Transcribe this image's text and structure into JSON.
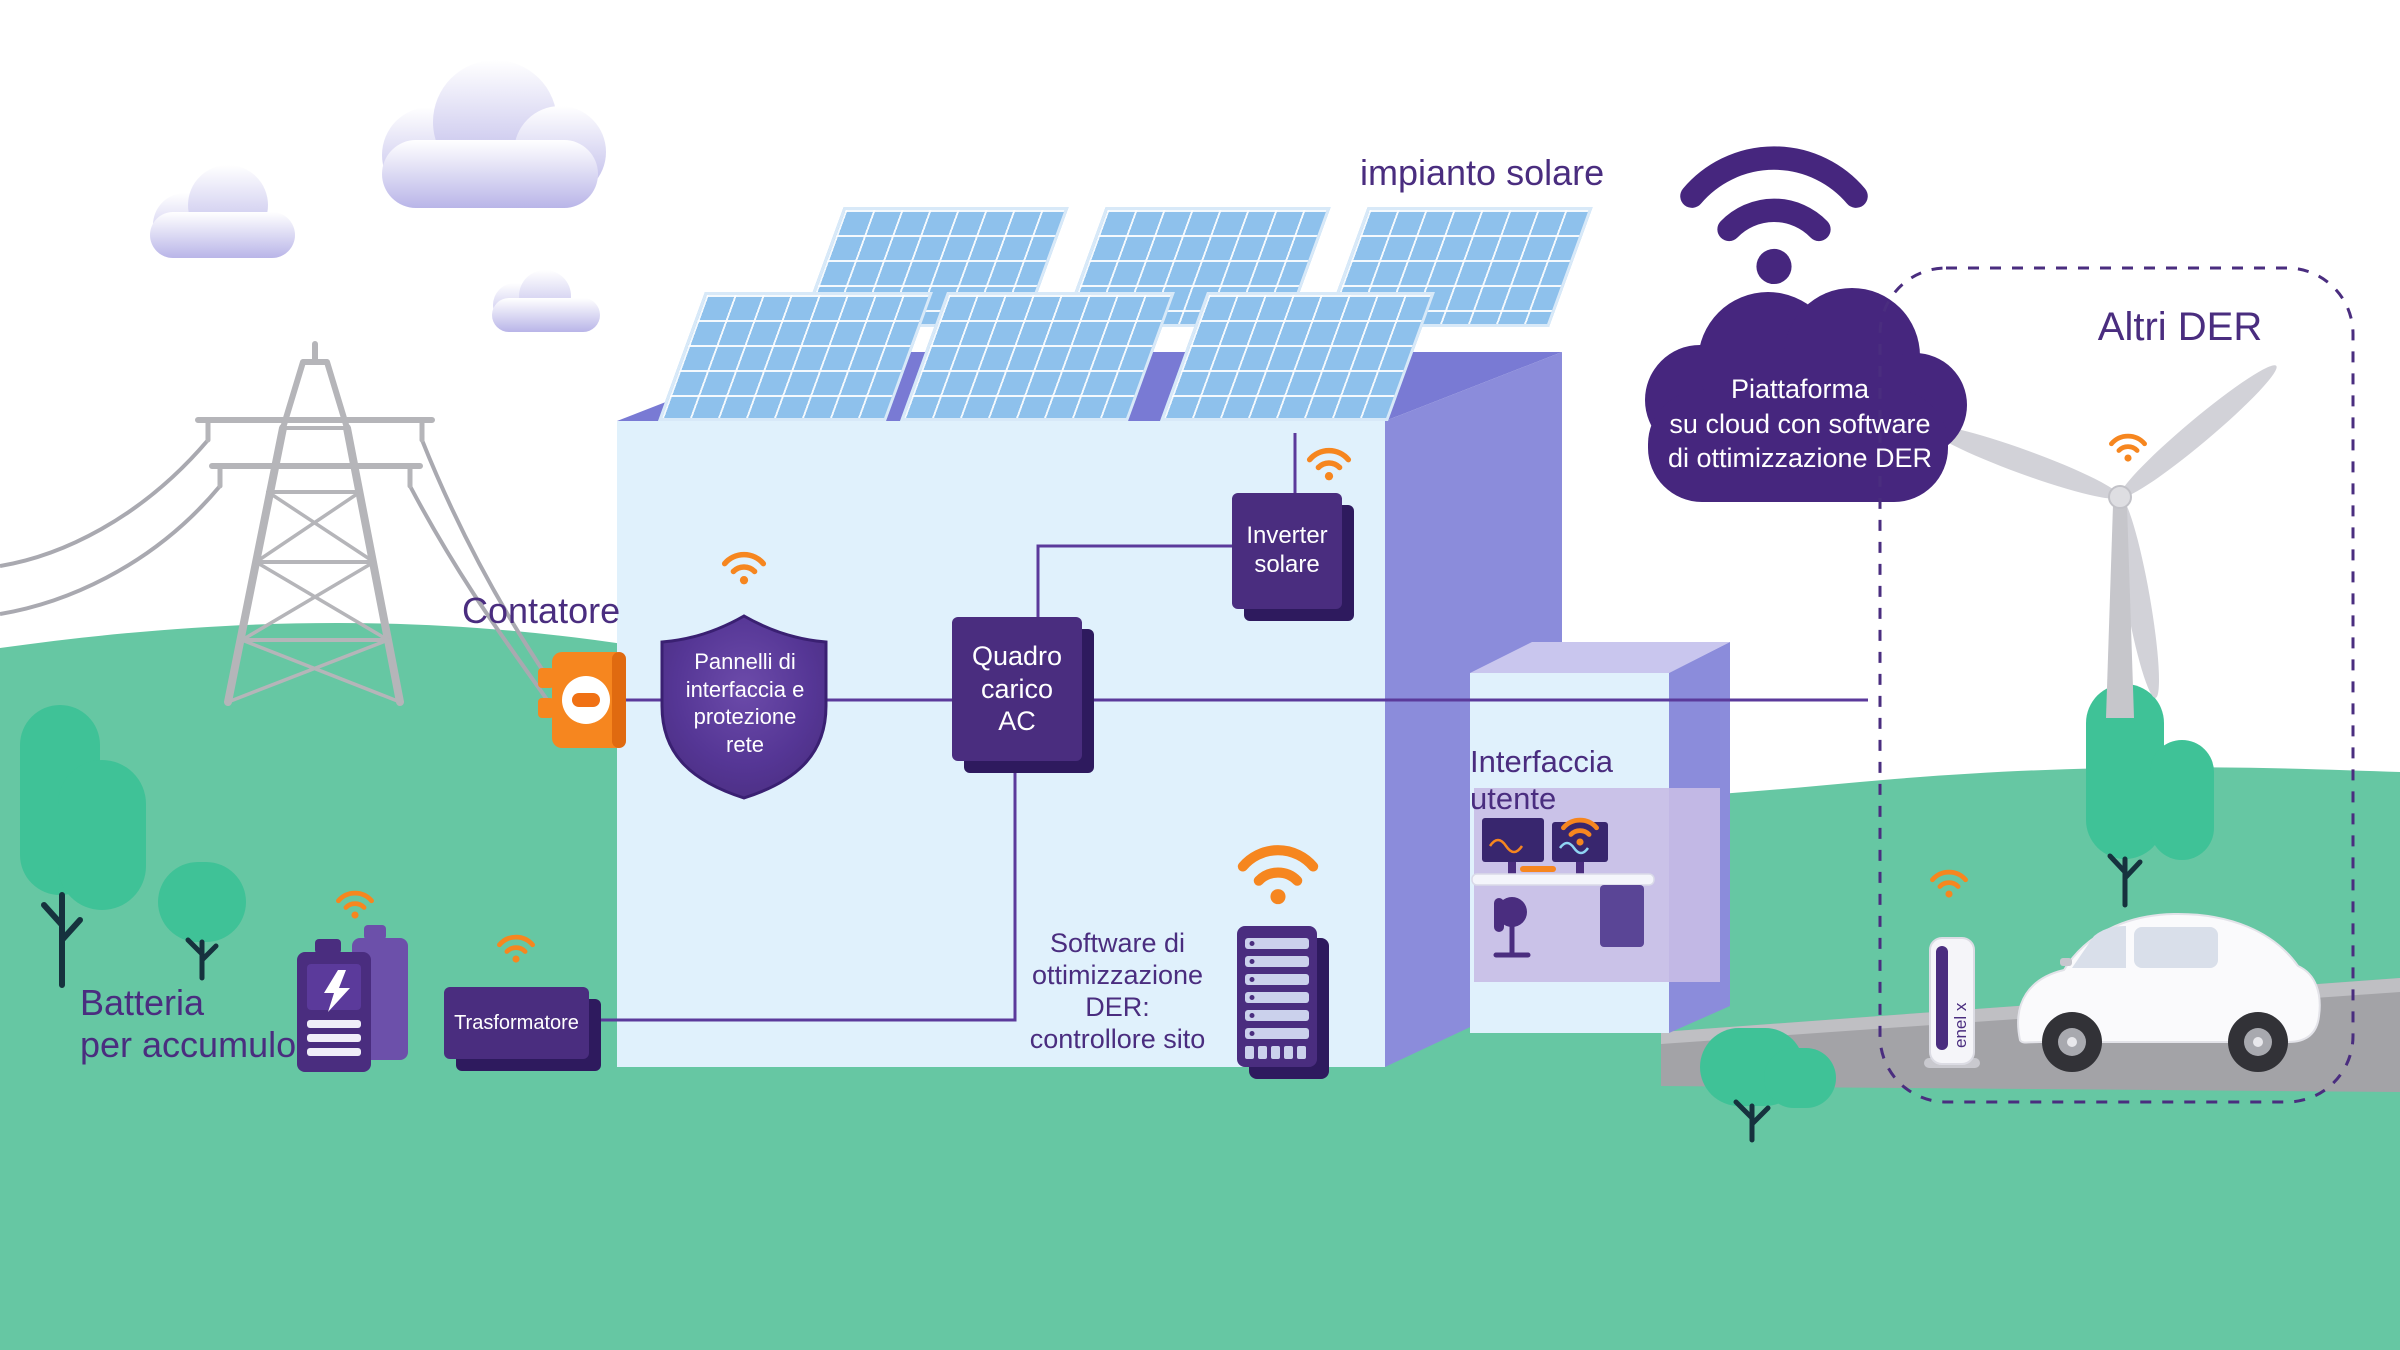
{
  "labels": {
    "solar_plant": "impianto solare",
    "meter": "Contatore",
    "battery": "Batteria\nper accumulo",
    "transformer": "Trasformatore",
    "protection_shield": "Pannelli di\ninterfaccia e\nprotezione\nrete",
    "ac_load_panel": "Quadro\ncarico\nAC",
    "solar_inverter": "Inverter\nsolare",
    "der_software": "Software di\nottimizzazione\nDER:\ncontrollore sito",
    "user_interface": "Interfaccia\nutente",
    "cloud_platform": "Piattaforma\nsu cloud con software\ndi ottimizzazione DER",
    "other_der": "Altri DER",
    "charger_brand": "enel x"
  },
  "colors": {
    "brand_purple": "#46267E",
    "box_purple": "#4A2D7F",
    "shadow_purple": "#2E1A5E",
    "accent_orange": "#F6861F",
    "grass_green": "#66C7A3",
    "tree_green": "#3FC297",
    "building_light_blue": "#E0F1FC",
    "wall_periwinkle": "#8B8CDB",
    "solar_panel_blue": "#8EC1EC"
  },
  "icons": {
    "wifi": "wifi-signal-arcs"
  }
}
